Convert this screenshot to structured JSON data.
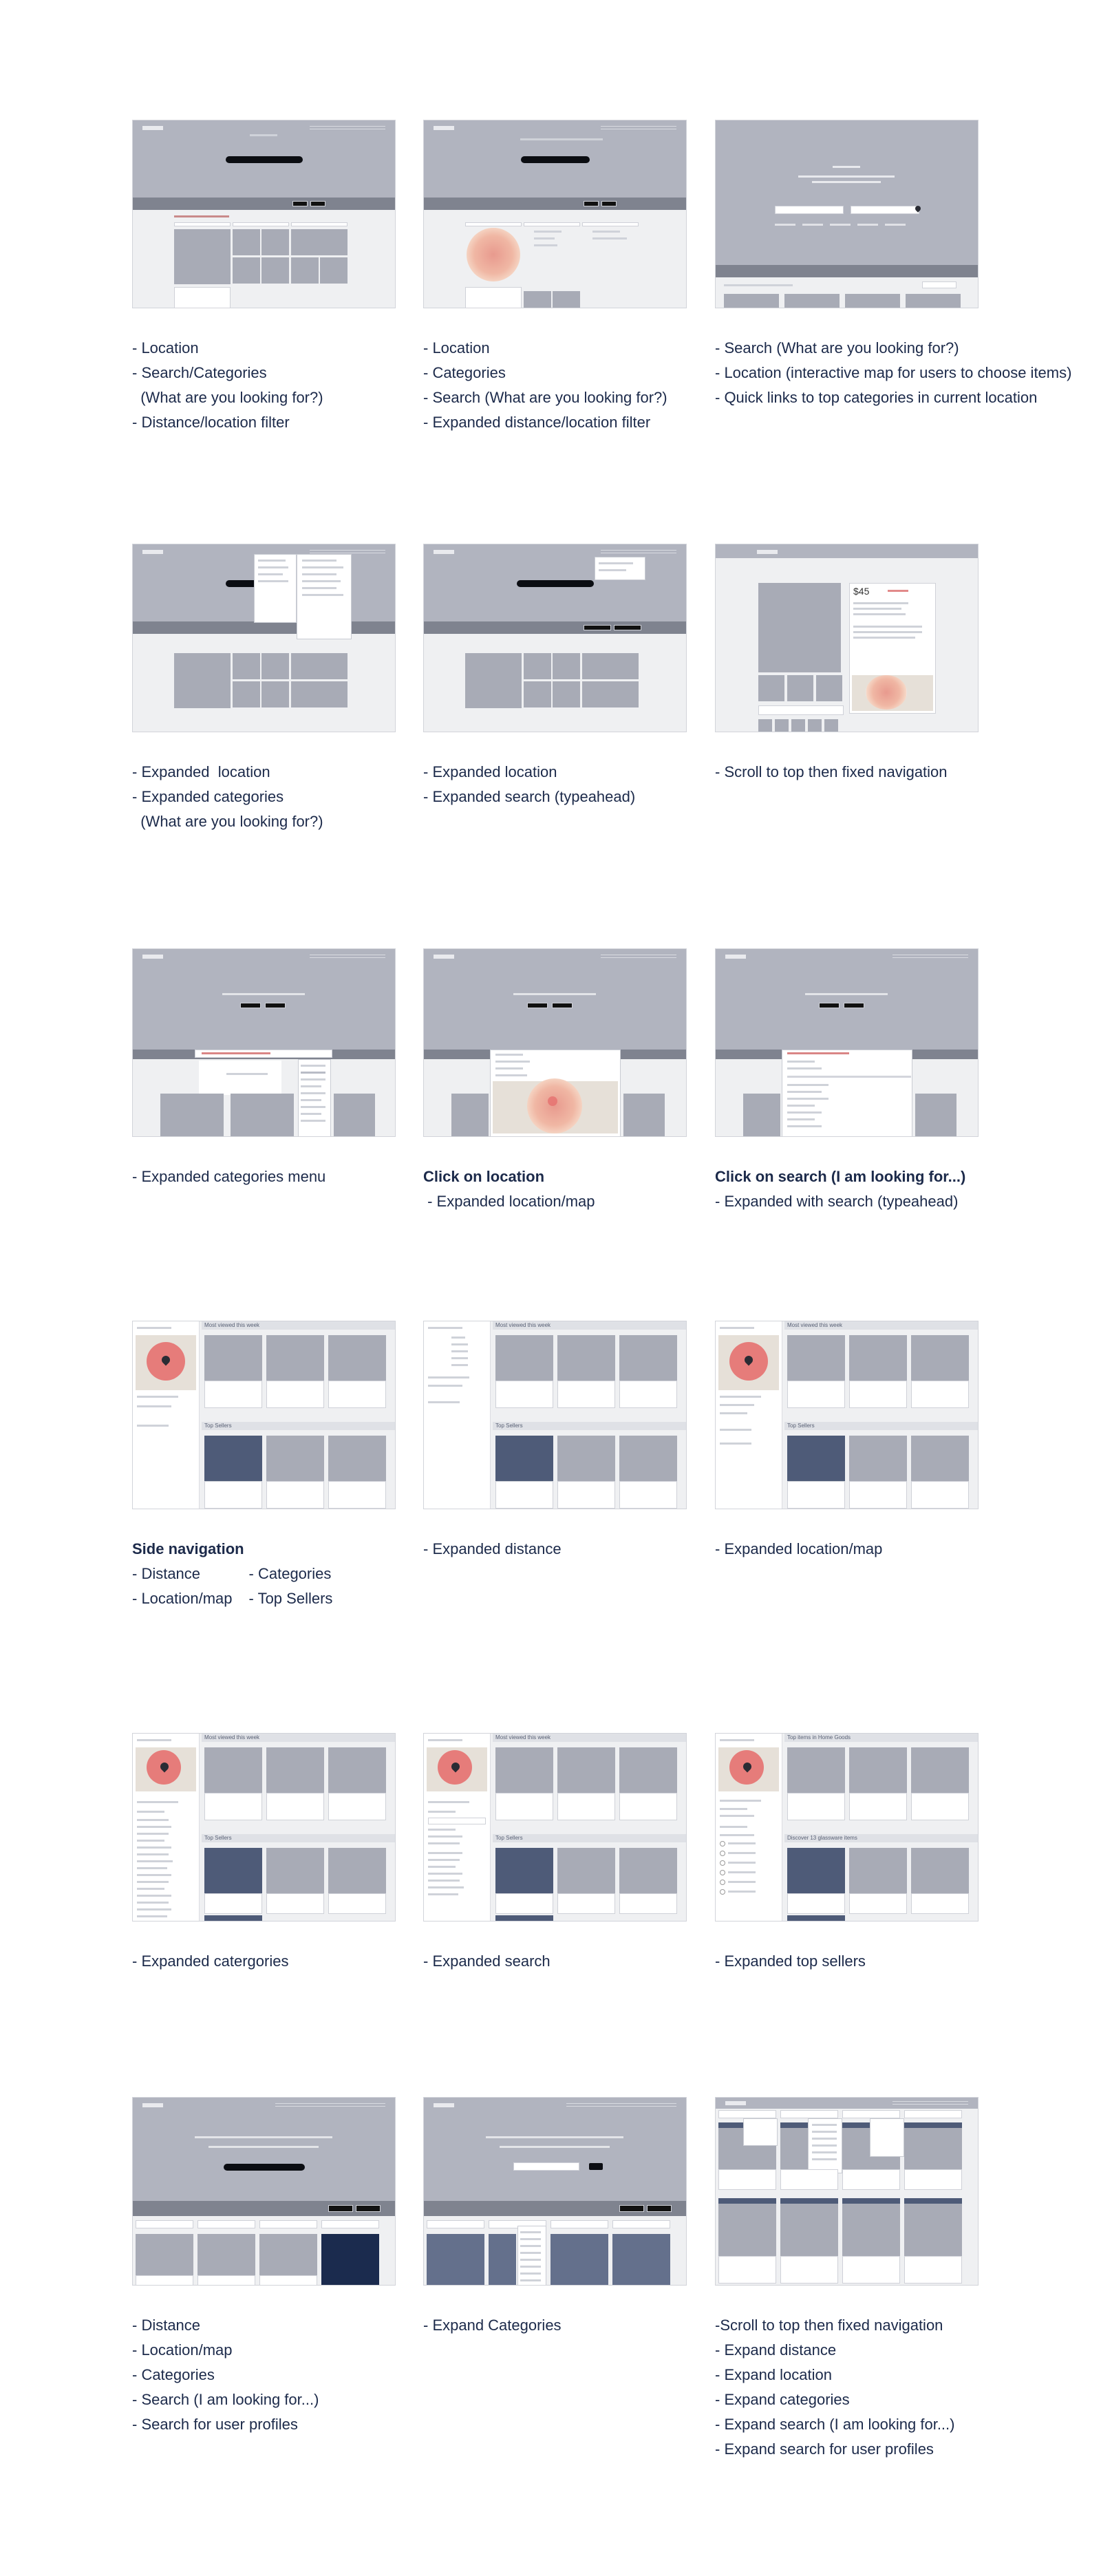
{
  "cells": [
    {
      "lines": [
        "- Location",
        "- Search/Categories",
        "  (What are you looking for?)",
        "- Distance/location filter"
      ]
    },
    {
      "lines": [
        "- Location",
        "- Categories",
        "- Search (What are you looking for?)",
        "- Expanded distance/location filter"
      ]
    },
    {
      "lines": [
        "- Search (What are you looking for?)",
        "- Location (interactive map for users to choose items)",
        "- Quick links to top categories in current location"
      ]
    },
    {
      "lines": [
        "- Expanded  location",
        "- Expanded categories",
        "  (What are you looking for?)"
      ]
    },
    {
      "lines": [
        "- Expanded location",
        "- Expanded search (typeahead)"
      ]
    },
    {
      "lines": [
        "- Scroll to top then fixed navigation"
      ]
    },
    {
      "lines": [
        "- Expanded categories menu"
      ]
    },
    {
      "heading": "Click on location",
      "lines": [
        " - Expanded location/map"
      ]
    },
    {
      "heading": "Click on search (I am looking for...)",
      "lines": [
        "- Expanded with search (typeahead)"
      ]
    },
    {
      "heading": "Side navigation",
      "col_left": [
        "- Distance",
        "- Location/map"
      ],
      "col_right": [
        "- Categories",
        "- Top Sellers"
      ]
    },
    {
      "lines": [
        "- Expanded distance"
      ]
    },
    {
      "lines": [
        "- Expanded location/map"
      ]
    },
    {
      "lines": [
        "- Expanded catergories"
      ]
    },
    {
      "lines": [
        "- Expanded search"
      ]
    },
    {
      "lines": [
        "- Expanded top sellers"
      ]
    },
    {
      "lines": [
        "- Distance",
        "- Location/map",
        "- Categories",
        "- Search (I am looking for...)",
        "- Search for user profiles"
      ]
    },
    {
      "lines": [
        "- Expand Categories"
      ]
    },
    {
      "lines": [
        "-Scroll to top then fixed navigation",
        "- Expand distance",
        "- Expand location",
        "- Expand categories",
        "- Expand search (I am looking for...)",
        "- Expand search for user profiles"
      ]
    }
  ],
  "thumb_text": {
    "most_viewed": "Most viewed this week",
    "top_sellers": "Top Sellers",
    "top_items_home": "Top items in Home Goods",
    "discover": "Discover 13 glassware items",
    "price": "$45"
  },
  "colors": {
    "hero": "#b1b4bf",
    "band": "#7f838f",
    "card_dark": "#4e5b78",
    "accent_red": "#e56a6a",
    "text": "#1c2a4a"
  }
}
